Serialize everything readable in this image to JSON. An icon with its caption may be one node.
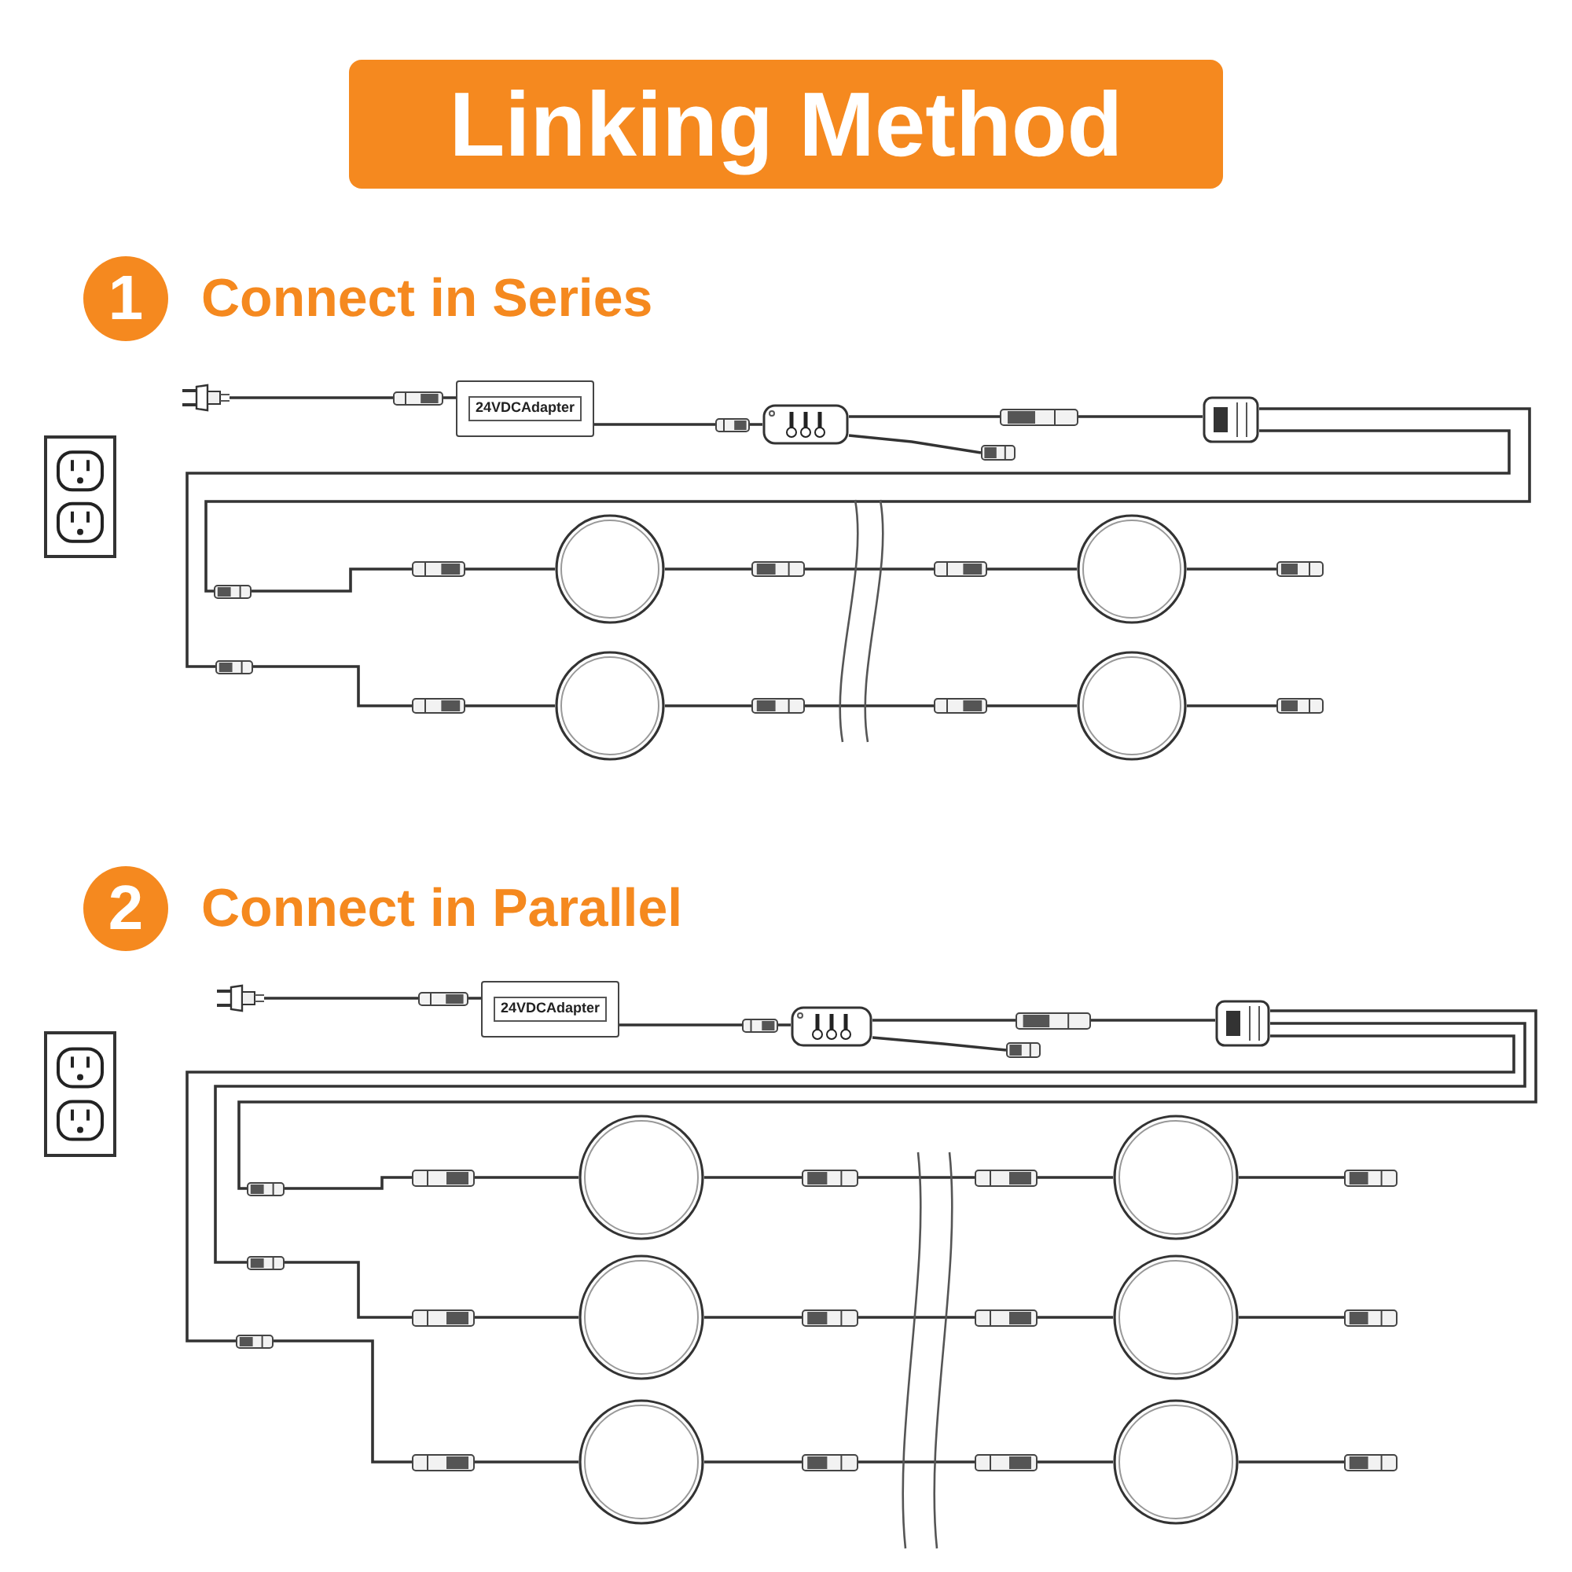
{
  "diagram": {
    "title": "Linking Method",
    "nodes": [
      {
        "text": [
          "1"
        ],
        "beside": [
          "Connect in Series"
        ]
      },
      {
        "text": [],
        "shape": "picture"
      },
      {
        "text": [
          "24VDCAdapter"
        ]
      },
      {
        "text": [],
        "shape": "picture"
      },
      {
        "text": [],
        "shape": "picture"
      },
      {
        "text": [],
        "shape": "circle"
      },
      {
        "text": [],
        "shape": "circle"
      },
      {
        "text": [],
        "shape": "circle"
      },
      {
        "text": [],
        "shape": "circle"
      },
      {
        "text": [
          "2"
        ],
        "beside": [
          "Connect in Parallel"
        ]
      },
      {
        "text": [],
        "shape": "picture"
      },
      {
        "text": [
          "24VDCAdapter"
        ]
      },
      {
        "text": [],
        "shape": "picture"
      },
      {
        "text": [],
        "shape": "picture"
      },
      {
        "text": [],
        "shape": "circle"
      },
      {
        "text": [],
        "shape": "circle"
      },
      {
        "text": [],
        "shape": "circle"
      },
      {
        "text": [],
        "shape": "circle"
      },
      {
        "text": [],
        "shape": "circle"
      },
      {
        "text": [],
        "shape": "circle"
      }
    ],
    "edges": [
      {
        "from": 1,
        "to": 2,
        "arrow": "none"
      },
      {
        "from": 2,
        "to": 3,
        "arrow": "none"
      },
      {
        "from": 3,
        "to": null,
        "arrow": "none"
      },
      {
        "from": 3,
        "to": 4,
        "arrow": "none"
      },
      {
        "from": 4,
        "to": 5,
        "arrow": "none"
      },
      {
        "from": 4,
        "to": 7,
        "arrow": "none"
      },
      {
        "from": 5,
        "to": 6,
        "arrow": "none"
      },
      {
        "from": 6,
        "to": null,
        "arrow": "none"
      },
      {
        "from": 7,
        "to": 8,
        "arrow": "none"
      },
      {
        "from": 8,
        "to": null,
        "arrow": "none"
      },
      {
        "from": 10,
        "to": 11,
        "arrow": "none"
      },
      {
        "from": 11,
        "to": 12,
        "arrow": "none"
      },
      {
        "from": 12,
        "to": null,
        "arrow": "none"
      },
      {
        "from": 12,
        "to": 13,
        "arrow": "none"
      },
      {
        "from": 13,
        "to": 14,
        "arrow": "none"
      },
      {
        "from": 13,
        "to": 16,
        "arrow": "none"
      },
      {
        "from": 13,
        "to": 18,
        "arrow": "none"
      },
      {
        "from": 14,
        "to": 15,
        "arrow": "none"
      },
      {
        "from": 15,
        "to": null,
        "arrow": "none"
      },
      {
        "from": 16,
        "to": 17,
        "arrow": "none"
      },
      {
        "from": 17,
        "to": null,
        "arrow": "none"
      },
      {
        "from": 18,
        "to": 19,
        "arrow": "none"
      },
      {
        "from": 19,
        "to": null,
        "arrow": "none"
      }
    ]
  }
}
